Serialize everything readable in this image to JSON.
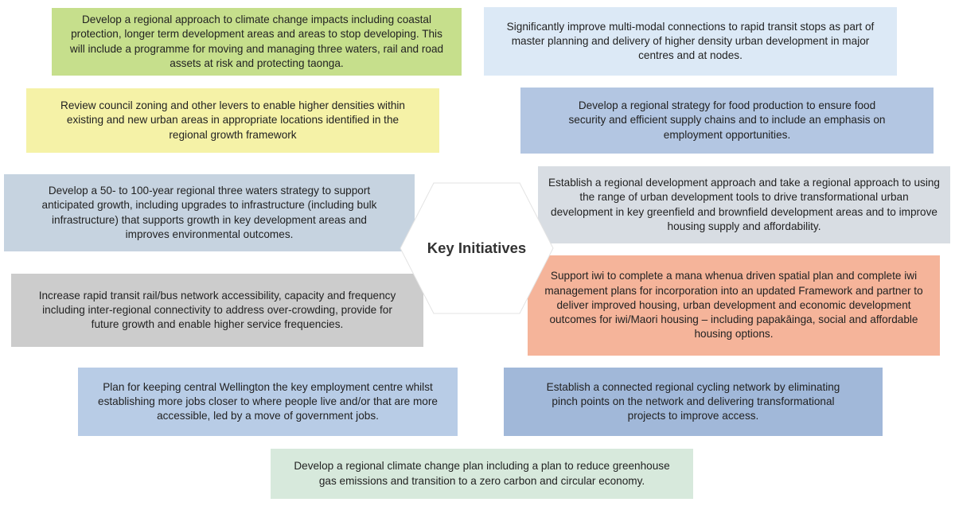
{
  "center": {
    "label": "Key Initiatives",
    "fill": "#ffffff"
  },
  "initiatives": [
    {
      "id": "climate-adaptation",
      "color": "#c6df8c",
      "text": "Develop a regional approach to climate change impacts including coastal protection, longer term development areas and areas to stop developing. This will include a programme for moving and managing three waters, rail and road assets at risk and protecting taonga."
    },
    {
      "id": "multimodal-connections",
      "color": "#dce9f6",
      "text": "Significantly improve multi-modal connections to rapid transit stops as part of master planning and delivery of higher density urban development in major centres and at nodes."
    },
    {
      "id": "council-zoning",
      "color": "#f5f2a7",
      "text": "Review council zoning and other levers to enable higher densities within existing and new urban areas in appropriate locations identified in the regional growth framework"
    },
    {
      "id": "food-production",
      "color": "#b3c6e2",
      "text": "Develop a regional strategy for food production to ensure food security and efficient supply chains and to include an emphasis on employment opportunities."
    },
    {
      "id": "three-waters",
      "color": "#c6d3e0",
      "text": "Develop a 50- to 100-year regional three waters strategy to support anticipated growth, including upgrades to infrastructure (including bulk infrastructure) that supports growth in key development areas and improves environmental outcomes."
    },
    {
      "id": "regional-development",
      "color": "#d8dde3",
      "text": "Establish a regional development approach and take a regional approach to using the range of urban development tools to drive transformational urban development in key greenfield and brownfield development areas and to improve housing supply and affordability."
    },
    {
      "id": "rapid-transit",
      "color": "#cccccc",
      "text": "Increase rapid transit rail/bus network accessibility, capacity and frequency including inter-regional connectivity to address over-crowding, provide for future growth and enable higher service frequencies."
    },
    {
      "id": "iwi-spatial-plan",
      "color": "#f5b49a",
      "text": "Support iwi to complete a mana whenua driven spatial plan and complete iwi management plans for incorporation into an updated Framework and partner to deliver improved housing, urban development and economic development outcomes for iwi/Maori housing – including papakāinga, social and affordable housing options."
    },
    {
      "id": "central-wellington",
      "color": "#b8cce6",
      "text": "Plan for keeping central Wellington the key employment centre whilst establishing more jobs closer to where people live and/or that are more accessible, led by a move of government jobs."
    },
    {
      "id": "cycling-network",
      "color": "#a1b8d9",
      "text": "Establish a connected regional cycling network by eliminating pinch points on the network and delivering transformational projects to improve access."
    },
    {
      "id": "climate-change-plan",
      "color": "#d7e9dc",
      "text": "Develop a regional climate change plan including a plan to reduce greenhouse gas emissions and transition to a zero carbon and circular economy."
    }
  ]
}
